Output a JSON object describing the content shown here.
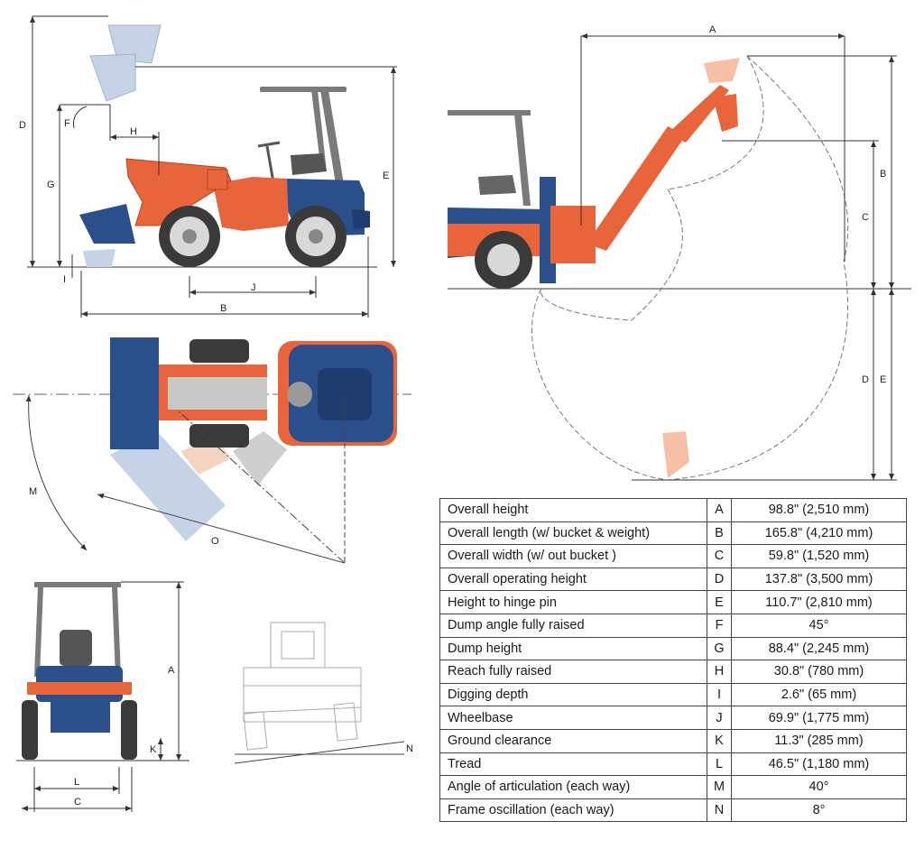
{
  "colors": {
    "body": "#e8643a",
    "body_dark": "#c84a22",
    "cab": "#2a4f8a",
    "cab_dark": "#1f3c6e",
    "tire": "#3a3a3a",
    "rim": "#e6e6e6",
    "ghost": "#b9c8dd",
    "ghost_orange": "#f5c0a6",
    "rops": "#7a7a7a",
    "line": "#333333"
  },
  "diagram_labels": {
    "side": [
      "D",
      "F",
      "G",
      "H",
      "E",
      "I",
      "J",
      "B"
    ],
    "top": [
      "M",
      "O"
    ],
    "front": [
      "A",
      "K",
      "L",
      "C"
    ],
    "oscillation": [
      "N"
    ],
    "backhoe": [
      "A",
      "B",
      "C",
      "D",
      "E"
    ]
  },
  "specs": [
    {
      "item": "Overall height",
      "code": "A",
      "value": "98.8\" (2,510 mm)"
    },
    {
      "item": "Overall length (w/ bucket & weight)",
      "code": "B",
      "value": "165.8\" (4,210 mm)"
    },
    {
      "item": "Overall width (w/ out bucket )",
      "code": "C",
      "value": "59.8\" (1,520 mm)"
    },
    {
      "item": "Overall operating height",
      "code": "D",
      "value": "137.8\" (3,500 mm)"
    },
    {
      "item": "Height to hinge pin",
      "code": "E",
      "value": "110.7\" (2,810 mm)"
    },
    {
      "item": "Dump angle fully raised",
      "code": "F",
      "value": "45°"
    },
    {
      "item": "Dump height",
      "code": "G",
      "value": "88.4\" (2,245 mm)"
    },
    {
      "item": "Reach fully raised",
      "code": "H",
      "value": "30.8\" (780 mm)"
    },
    {
      "item": "Digging depth",
      "code": "I",
      "value": "2.6\" (65 mm)"
    },
    {
      "item": "Wheelbase",
      "code": "J",
      "value": "69.9\" (1,775 mm)"
    },
    {
      "item": "Ground clearance",
      "code": "K",
      "value": "11.3\" (285 mm)"
    },
    {
      "item": "Tread",
      "code": "L",
      "value": "46.5\" (1,180 mm)"
    },
    {
      "item": "Angle of articulation (each way)",
      "code": "M",
      "value": "40°"
    },
    {
      "item": "Frame oscillation (each way)",
      "code": "N",
      "value": "8°"
    }
  ]
}
